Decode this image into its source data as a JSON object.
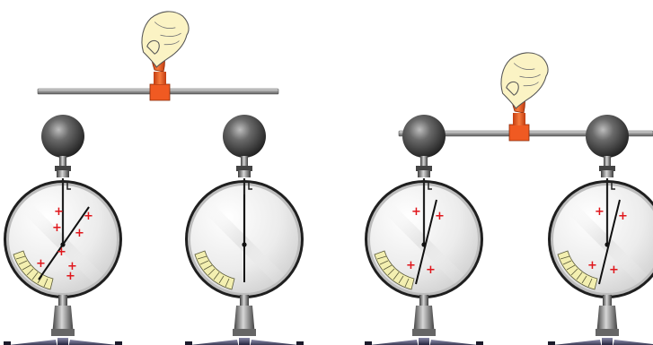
{
  "diagram": {
    "panels": [
      {
        "id": "before-contact",
        "rod": "held above, not touching",
        "electroscopes": [
          {
            "id": "left",
            "needle": "deflected",
            "charge_marks": [
              "+",
              "+",
              "+",
              "+",
              "+",
              "+",
              "+",
              "+"
            ]
          },
          {
            "id": "right",
            "needle": "vertical",
            "charge_marks": []
          }
        ]
      },
      {
        "id": "after-contact",
        "rod": "placed across both knobs",
        "electroscopes": [
          {
            "id": "left",
            "needle": "deflected",
            "charge_marks": [
              "+",
              "+",
              "+",
              "+"
            ]
          },
          {
            "id": "right",
            "needle": "deflected",
            "charge_marks": [
              "+",
              "+",
              "+",
              "+"
            ]
          }
        ]
      }
    ],
    "colors": {
      "rod": "#a7a9ac",
      "handle": "#f05a22",
      "charge": "#e0161b",
      "scale": "#f3efb0",
      "sphere": "#3a3a3a",
      "dial_rim": "#2c2c2c"
    },
    "icons": [
      "hand-icon",
      "insulating-handle-icon",
      "tripod-base-icon"
    ]
  }
}
